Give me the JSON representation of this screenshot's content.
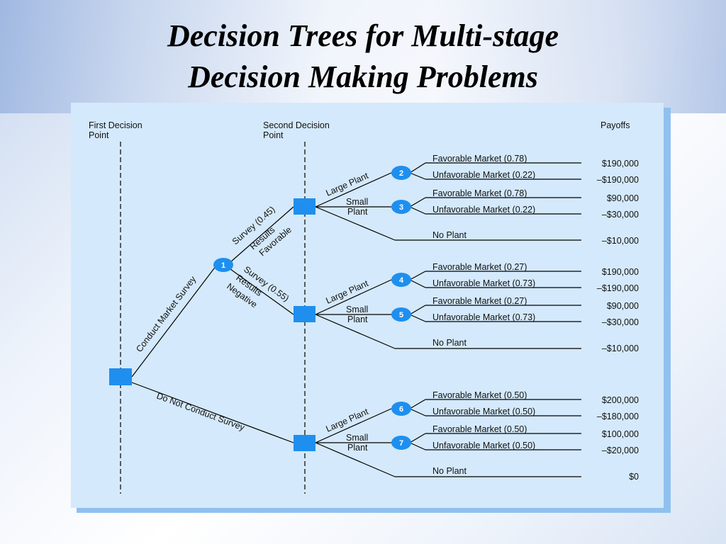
{
  "title": {
    "line1": "Decision Trees for Multi-stage",
    "line2": "Decision Making Problems"
  },
  "headers": {
    "first_decision_line1": "First Decision",
    "first_decision_line2": "Point",
    "second_decision_line1": "Second Decision",
    "second_decision_line2": "Point",
    "payoffs": "Payoffs"
  },
  "branches": {
    "conduct_survey": "Conduct Market Survey",
    "do_not_conduct": "Do Not Conduct Survey",
    "survey_fav_1": "Survey (0.45)",
    "survey_fav_2": "Results",
    "survey_fav_3": "Favorable",
    "survey_neg_1": "Survey (0.55)",
    "survey_neg_2": "Results",
    "survey_neg_3": "Negative",
    "large_plant": "Large Plant",
    "small": "Small",
    "plant": "Plant",
    "no_plant": "No Plant"
  },
  "nodes": [
    "1",
    "2",
    "3",
    "4",
    "5",
    "6",
    "7"
  ],
  "outcomes": [
    {
      "label": "Favorable Market (0.78)",
      "payoff": "$190,000"
    },
    {
      "label": "Unfavorable Market (0.22)",
      "payoff": "–$190,000"
    },
    {
      "label": "Favorable Market (0.78)",
      "payoff": "$90,000"
    },
    {
      "label": "Unfavorable Market (0.22)",
      "payoff": "–$30,000"
    },
    {
      "label": "No Plant",
      "payoff": "–$10,000"
    },
    {
      "label": "Favorable Market (0.27)",
      "payoff": "$190,000"
    },
    {
      "label": "Unfavorable Market (0.73)",
      "payoff": "–$190,000"
    },
    {
      "label": "Favorable Market (0.27)",
      "payoff": "$90,000"
    },
    {
      "label": "Unfavorable Market (0.73)",
      "payoff": "–$30,000"
    },
    {
      "label": "No Plant",
      "payoff": "–$10,000"
    },
    {
      "label": "Favorable Market (0.50)",
      "payoff": "$200,000"
    },
    {
      "label": "Unfavorable Market (0.50)",
      "payoff": "–$180,000"
    },
    {
      "label": "Favorable Market (0.50)",
      "payoff": "$100,000"
    },
    {
      "label": "Unfavorable Market (0.50)",
      "payoff": "–$20,000"
    },
    {
      "label": "No Plant",
      "payoff": "$0"
    }
  ],
  "colors": {
    "node_fill": "#1e8fef",
    "panel_bg": "#d4e9fb",
    "panel_shadow": "#8fc1ee",
    "line": "#000000"
  }
}
